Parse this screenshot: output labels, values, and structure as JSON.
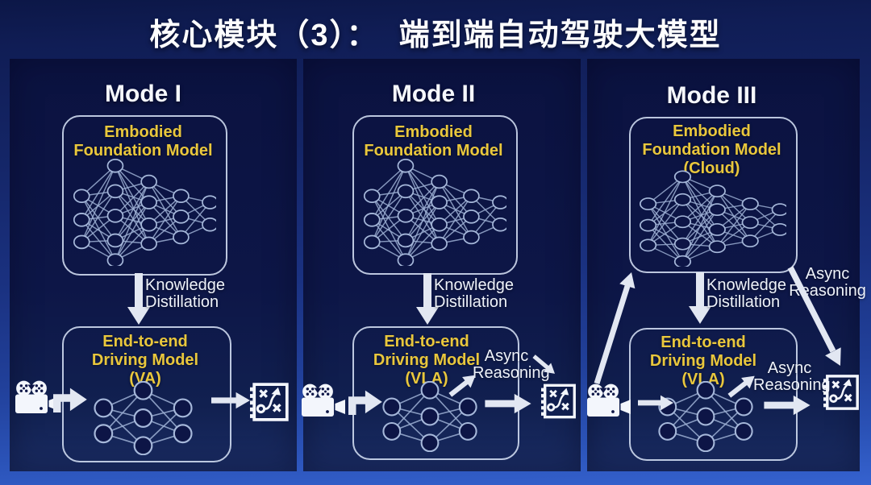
{
  "title": "核心模块（3）：  端到端自动驾驶大模型",
  "panels": [
    {
      "mode": "Mode I",
      "foundation_lines": [
        "Embodied",
        "Foundation Model"
      ],
      "distill_lines": [
        "Knowledge",
        "Distillation"
      ],
      "driving_lines": [
        "End-to-end",
        "Driving Model",
        "(VA)"
      ]
    },
    {
      "mode": "Mode II",
      "foundation_lines": [
        "Embodied",
        "Foundation Model"
      ],
      "distill_lines": [
        "Knowledge",
        "Distillation"
      ],
      "driving_lines": [
        "End-to-end",
        "Driving Model",
        "(VLA)"
      ],
      "async_lines": [
        "Async",
        "Reasoning"
      ]
    },
    {
      "mode": "Mode III",
      "foundation_lines": [
        "Embodied",
        "Foundation Model",
        "(Cloud)"
      ],
      "distill_lines": [
        "Knowledge",
        "Distillation"
      ],
      "driving_lines": [
        "End-to-end",
        "Driving Model",
        "(VLA)"
      ],
      "async_top_lines": [
        "Async",
        "Reasoning"
      ],
      "async_mid_lines": [
        "Async",
        "Reasoning"
      ]
    }
  ],
  "icons": {
    "camera": "movie-camera-icon",
    "output": "playbook-route-icon"
  },
  "colors": {
    "accent_yellow": "#e9c73c",
    "slide_blue": "#1c3a8c",
    "panel_navy": "#0d1545",
    "arrow_white": "#e2e7f2"
  }
}
